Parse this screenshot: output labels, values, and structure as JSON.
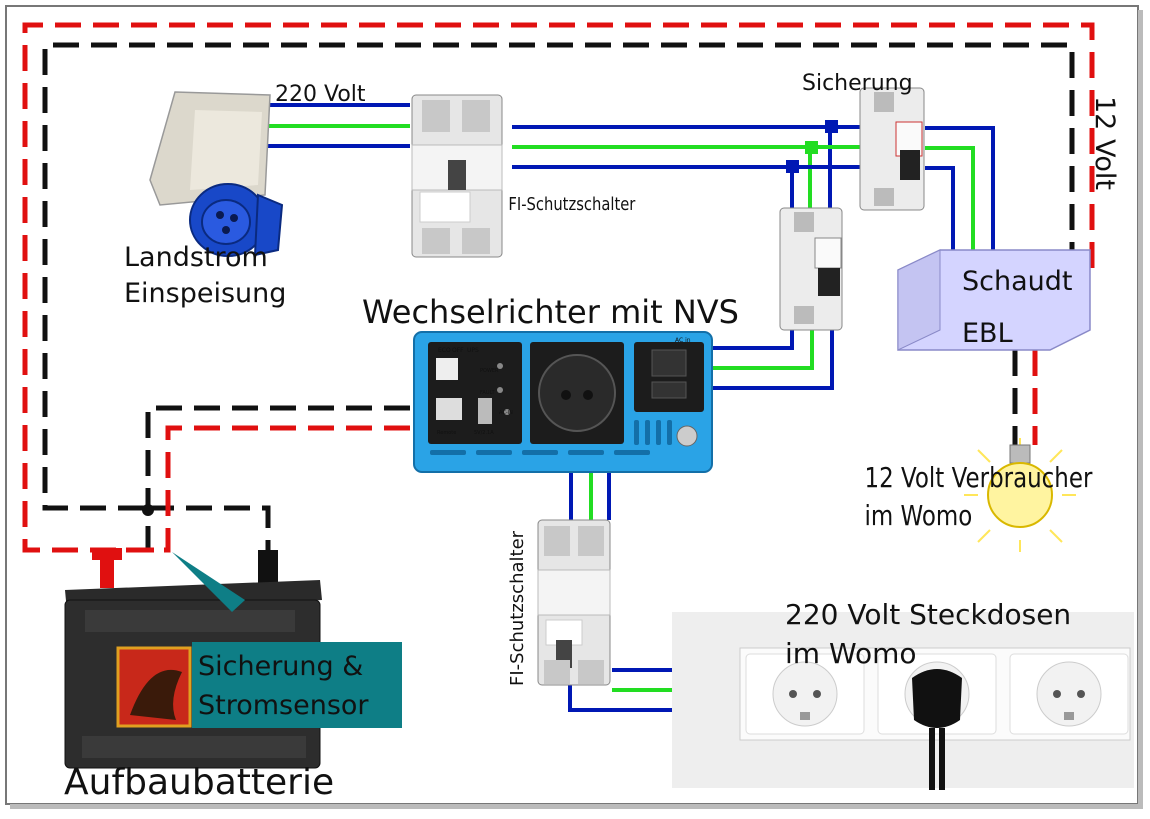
{
  "labels": {
    "volt220": "220 Volt",
    "sicherung_top": "Sicherung",
    "volt12": "12 Volt",
    "fi_top": "FI-Schutzschalter",
    "landstrom_1": "Landstrom",
    "landstrom_2": "Einspeisung",
    "inverter": "Wechselrichter mit NVS",
    "ebl_1": "Schaudt",
    "ebl_2": "EBL",
    "consumer_1": "12 Volt Verbraucher",
    "consumer_2": "im Womo",
    "fi_bottom": "FI-Schutzschalter",
    "sockets_1": "220 Volt Steckdosen",
    "sockets_2": "im Womo",
    "sensor_1": "Sicherung &",
    "sensor_2": "Stromsensor",
    "battery": "Aufbaubatterie"
  },
  "inverter_panel": {
    "eco": "ECO",
    "off": "OFF",
    "ups": "UPS",
    "power": "POWER",
    "fault": "FAULT",
    "remote": "Remote",
    "usb": "5V/2.1A",
    "acin": "AC-IN",
    "ac_in_right": "AC in"
  },
  "colors": {
    "phase": "#0018b4",
    "earth": "#22dd22",
    "plus": "#e01010",
    "minus": "#111111",
    "inverter": "#2aa3e6",
    "ebl_box": "#d4d4ff",
    "callout": "#0e7e86",
    "label_12v": "#0e7e86"
  }
}
